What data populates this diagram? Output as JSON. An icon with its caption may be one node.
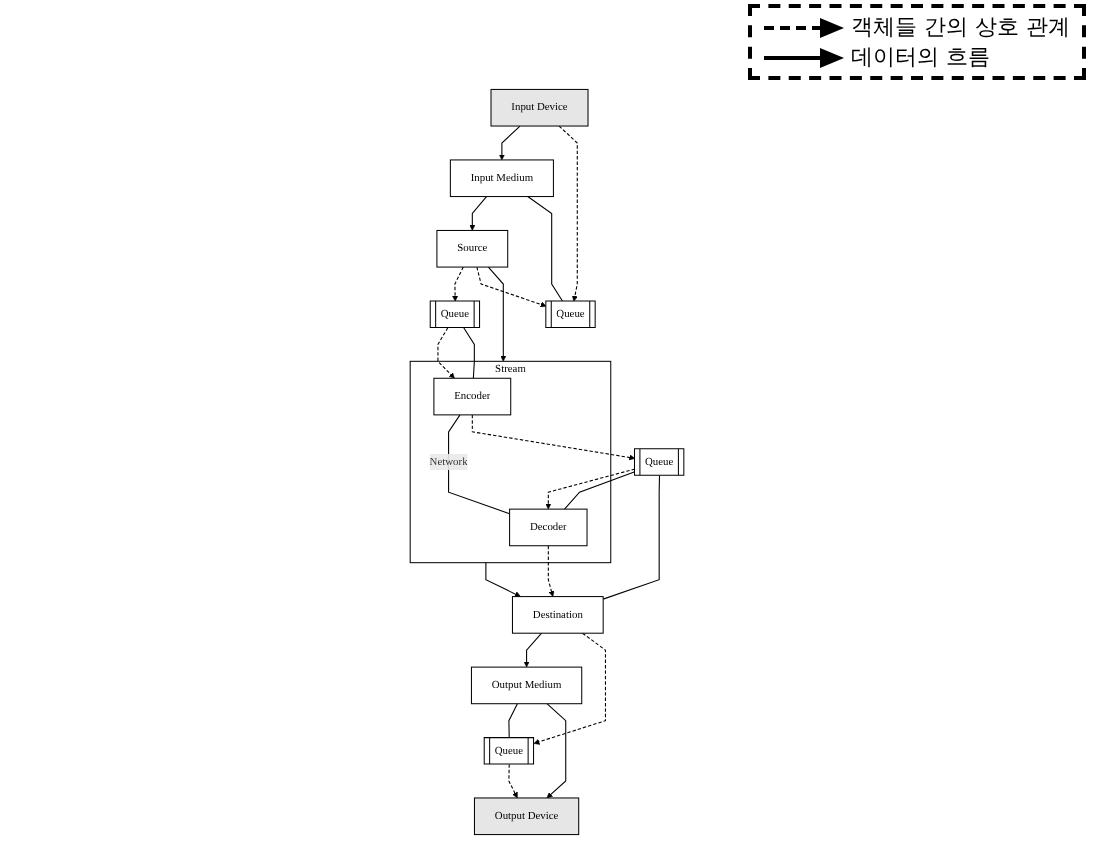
{
  "diagram": {
    "nodes": [
      {
        "text": [
          "Stream"
        ]
      },
      {
        "text": [
          "Encoder"
        ],
        "in": 0
      },
      {
        "text": [
          "Decoder"
        ],
        "in": 0
      },
      {
        "text": [
          "Source"
        ]
      },
      {
        "text": [
          "Destination"
        ]
      },
      {
        "text": [
          "Queue"
        ]
      },
      {
        "text": [
          "Queue"
        ]
      },
      {
        "text": [
          "Input Medium"
        ]
      },
      {
        "text": [
          "Queue"
        ]
      },
      {
        "text": [
          "Queue"
        ]
      },
      {
        "text": [
          "Output Medium"
        ]
      },
      {
        "text": [
          "Input Device"
        ]
      },
      {
        "text": [
          "Output Device"
        ]
      }
    ],
    "edges": [
      {
        "from": 3,
        "to": 0,
        "arrow": "to"
      },
      {
        "from": 3,
        "to": 5,
        "arrow": "to",
        "style": "dashed"
      },
      {
        "from": 3,
        "to": 8,
        "arrow": "to",
        "style": "dashed"
      },
      {
        "from": 7,
        "to": 3,
        "arrow": "to"
      },
      {
        "from": 7,
        "to": 8,
        "arrow": "none"
      },
      {
        "from": 11,
        "to": 7,
        "arrow": "to"
      },
      {
        "from": 11,
        "to": 8,
        "arrow": "to",
        "style": "dashed"
      },
      {
        "from": 5,
        "to": 1,
        "arrow": "to",
        "style": "dashed"
      },
      {
        "from": 5,
        "to": 1,
        "arrow": "none"
      },
      {
        "from": 1,
        "to": 2,
        "arrow": "none",
        "label": "Network"
      },
      {
        "from": 1,
        "to": 6,
        "arrow": "to",
        "style": "dashed"
      },
      {
        "from": 6,
        "to": 2,
        "arrow": "to",
        "style": "dashed"
      },
      {
        "from": 6,
        "to": 2,
        "arrow": "none"
      },
      {
        "from": 6,
        "to": 4,
        "arrow": "none"
      },
      {
        "from": 0,
        "to": 4,
        "arrow": "to"
      },
      {
        "from": 2,
        "to": 4,
        "arrow": "to",
        "style": "dashed"
      },
      {
        "from": 4,
        "to": 10,
        "arrow": "to"
      },
      {
        "from": 4,
        "to": 9,
        "arrow": "to",
        "style": "dashed"
      },
      {
        "from": 10,
        "to": 9,
        "arrow": "none"
      },
      {
        "from": 10,
        "to": 12,
        "arrow": "to"
      },
      {
        "from": 9,
        "to": 12,
        "arrow": "to",
        "style": "dashed"
      }
    ],
    "legend": [
      {
        "text": "객체들 간의 상호 관계"
      },
      {
        "text": "데이터의 흐름"
      }
    ]
  }
}
